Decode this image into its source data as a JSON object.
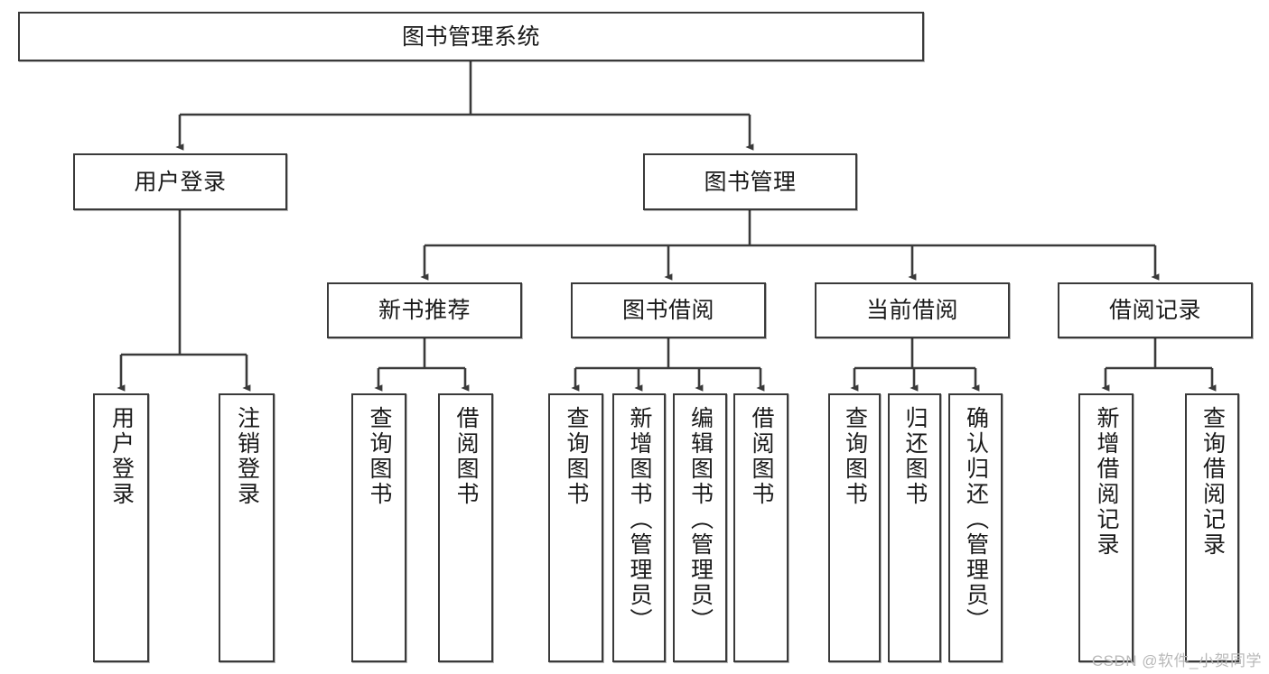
{
  "diagram": {
    "title": "图书管理系统",
    "type": "tree",
    "watermark": "CSDN @软件_小贺同学",
    "colors": {
      "box_border": "#3a3a3a",
      "box_fill": "#ffffff",
      "edge": "#3a3a3a",
      "text": "#1a1a1a",
      "watermark": "#b9b9b9"
    },
    "nodes": {
      "root": {
        "label": "图书管理系统",
        "level": 1
      },
      "l2": [
        {
          "id": "user-login",
          "label": "用户登录",
          "level": 2
        },
        {
          "id": "book-manage",
          "label": "图书管理",
          "level": 2
        }
      ],
      "l3": [
        {
          "id": "new-book-recommend",
          "label": "新书推荐",
          "level": 3,
          "parent": "book-manage"
        },
        {
          "id": "book-borrow",
          "label": "图书借阅",
          "level": 3,
          "parent": "book-manage"
        },
        {
          "id": "current-borrow",
          "label": "当前借阅",
          "level": 3,
          "parent": "book-manage"
        },
        {
          "id": "borrow-record",
          "label": "借阅记录",
          "level": 3,
          "parent": "book-manage"
        }
      ],
      "leaves": [
        {
          "id": "leaf-user-login",
          "label": "用户登录",
          "parent": "user-login"
        },
        {
          "id": "leaf-user-logout",
          "label": "注销登录",
          "parent": "user-login"
        },
        {
          "id": "leaf-query-book-1",
          "label": "查询图书",
          "parent": "new-book-recommend"
        },
        {
          "id": "leaf-borrow-book-1",
          "label": "借阅图书",
          "parent": "new-book-recommend"
        },
        {
          "id": "leaf-query-book-2",
          "label": "查询图书",
          "parent": "book-borrow"
        },
        {
          "id": "leaf-add-book",
          "label": "新增图书（管理员）",
          "parent": "book-borrow"
        },
        {
          "id": "leaf-edit-book",
          "label": "编辑图书（管理员）",
          "parent": "book-borrow"
        },
        {
          "id": "leaf-borrow-book-2",
          "label": "借阅图书",
          "parent": "book-borrow"
        },
        {
          "id": "leaf-query-book-3",
          "label": "查询图书",
          "parent": "current-borrow"
        },
        {
          "id": "leaf-return-book",
          "label": "归还图书",
          "parent": "current-borrow"
        },
        {
          "id": "leaf-confirm-return",
          "label": "确认归还（管理员）",
          "parent": "current-borrow"
        },
        {
          "id": "leaf-add-record",
          "label": "新增借阅记录",
          "parent": "borrow-record"
        },
        {
          "id": "leaf-query-record",
          "label": "查询借阅记录",
          "parent": "borrow-record"
        }
      ]
    }
  }
}
